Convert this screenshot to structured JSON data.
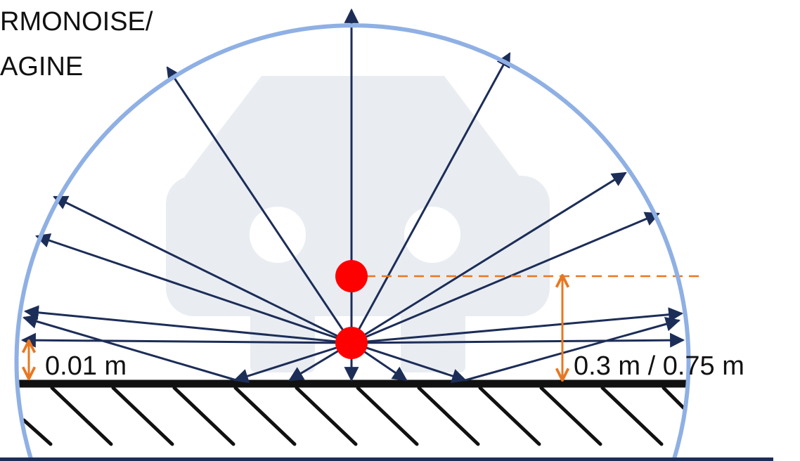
{
  "title_lines": [
    "RMONOISE/",
    "AGINE"
  ],
  "labels": {
    "low_source_height": "0.01 m",
    "high_source_height": "0.3 m / 0.75 m"
  },
  "colors": {
    "hemisphere": "#8fb0e4",
    "rays": "#1c2d57",
    "sources": "#ff0000",
    "height_marker": "#e87722",
    "ground": "#111111",
    "car_silhouette": "#e9edf2",
    "bottom_bar": "#1c2d57"
  },
  "icons": {
    "vehicle": "car-icon"
  }
}
